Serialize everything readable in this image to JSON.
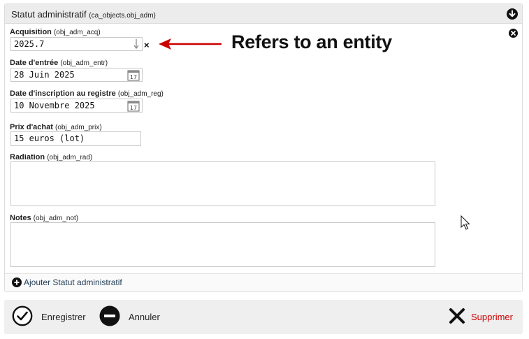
{
  "panel": {
    "title": "Statut administratif",
    "title_code": "(ca_objects.obj_adm)"
  },
  "fields": {
    "acquisition": {
      "label": "Acquisition",
      "code": "(obj_adm_acq)",
      "value": "2025.7"
    },
    "entry_date": {
      "label": "Date d'entrée",
      "code": "(obj_adm_entr)",
      "value": "28 Juin 2025"
    },
    "register_date": {
      "label": "Date d'inscription au registre",
      "code": "(obj_adm_reg)",
      "value": "10 Novembre 2025"
    },
    "price": {
      "label": "Prix d'achat",
      "code": "(obj_adm_prix)",
      "value": "15 euros (lot)"
    },
    "radiation": {
      "label": "Radiation",
      "code": "(obj_adm_rad)",
      "value": ""
    },
    "notes": {
      "label": "Notes",
      "code": "(obj_adm_not)",
      "value": ""
    }
  },
  "calendar_day": "17",
  "clear_symbol": "×",
  "add_label": "Ajouter Statut administratif",
  "callout": "Refers to an entity",
  "footer": {
    "save": "Enregistrer",
    "cancel": "Annuler",
    "delete": "Supprimer"
  },
  "colors": {
    "arrow": "#cc0000",
    "delete": "#cc0000",
    "header_bg": "#ececec",
    "footer_bg": "#efefef"
  }
}
